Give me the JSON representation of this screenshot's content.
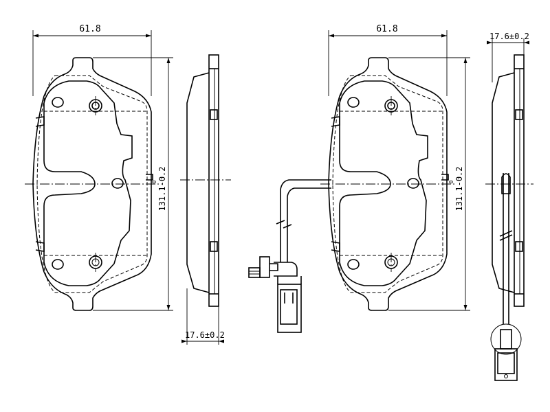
{
  "dimensions": {
    "left_width": "61.8",
    "left_height": "131.1-0.2",
    "left_height_tol": "0",
    "left_thickness": "17.6",
    "left_thickness_tol": "±0.2",
    "right_width": "61.8",
    "right_height": "131.1-0.2",
    "right_height_tol": "0",
    "right_thickness": "17.6",
    "right_thickness_tol": "±0.2"
  }
}
